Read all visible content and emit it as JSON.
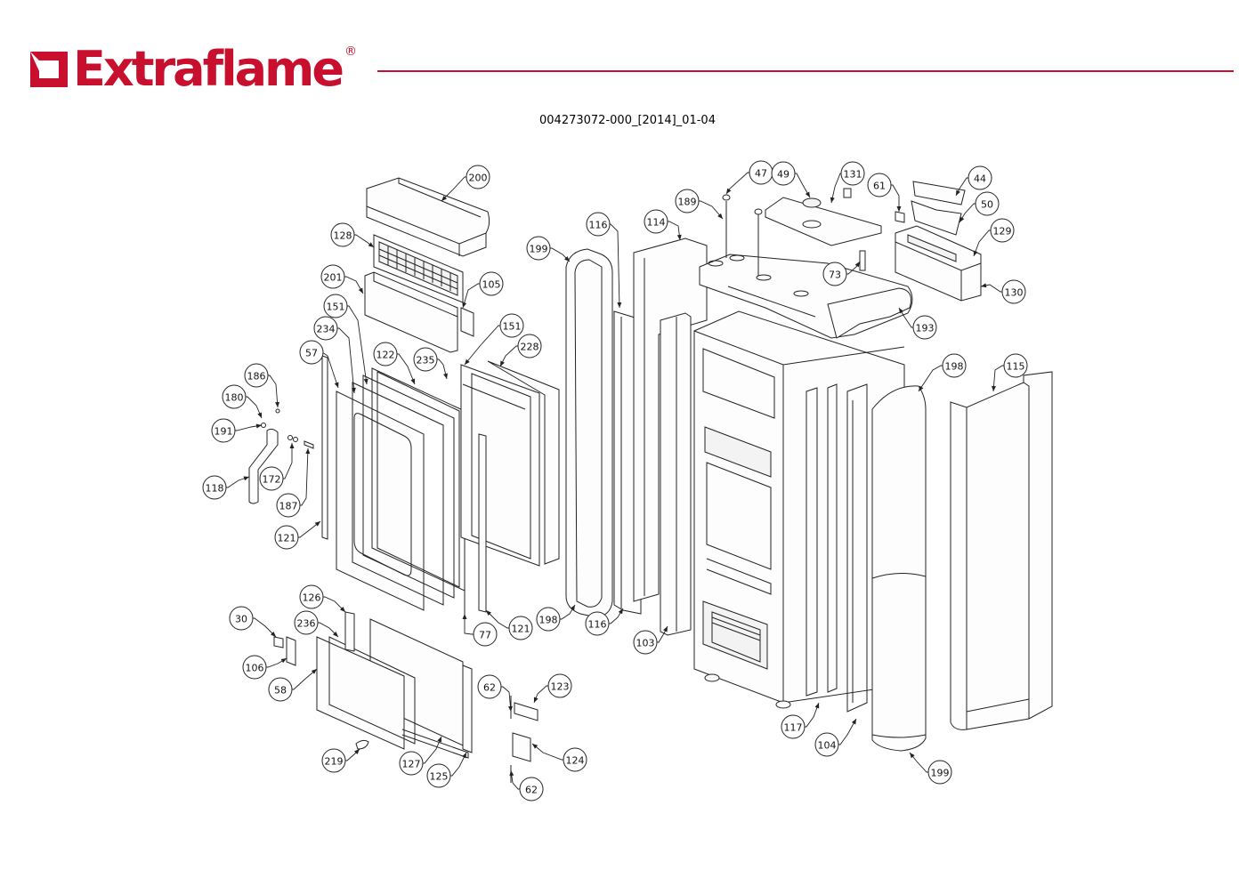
{
  "header": {
    "brand": "Extraflame",
    "registered_mark": "®",
    "brand_color": "#c8102e",
    "document_code": "004273072-000_[2014]_01-04"
  },
  "diagram": {
    "type": "exploded-parts-view",
    "callouts": [
      {
        "id": "200",
        "label": "200"
      },
      {
        "id": "128",
        "label": "128"
      },
      {
        "id": "201",
        "label": "201"
      },
      {
        "id": "105",
        "label": "105"
      },
      {
        "id": "151a",
        "label": "151"
      },
      {
        "id": "151b",
        "label": "151"
      },
      {
        "id": "228",
        "label": "228"
      },
      {
        "id": "234",
        "label": "234"
      },
      {
        "id": "122",
        "label": "122"
      },
      {
        "id": "235",
        "label": "235"
      },
      {
        "id": "57",
        "label": "57"
      },
      {
        "id": "186",
        "label": "186"
      },
      {
        "id": "180",
        "label": "180"
      },
      {
        "id": "191",
        "label": "191"
      },
      {
        "id": "172",
        "label": "172"
      },
      {
        "id": "118",
        "label": "118"
      },
      {
        "id": "187",
        "label": "187"
      },
      {
        "id": "121a",
        "label": "121"
      },
      {
        "id": "126",
        "label": "126"
      },
      {
        "id": "30",
        "label": "30"
      },
      {
        "id": "236",
        "label": "236"
      },
      {
        "id": "106",
        "label": "106"
      },
      {
        "id": "58",
        "label": "58"
      },
      {
        "id": "219",
        "label": "219"
      },
      {
        "id": "127",
        "label": "127"
      },
      {
        "id": "125",
        "label": "125"
      },
      {
        "id": "62a",
        "label": "62"
      },
      {
        "id": "123",
        "label": "123"
      },
      {
        "id": "124",
        "label": "124"
      },
      {
        "id": "62b",
        "label": "62"
      },
      {
        "id": "77",
        "label": "77"
      },
      {
        "id": "121b",
        "label": "121"
      },
      {
        "id": "198a",
        "label": "198"
      },
      {
        "id": "116a",
        "label": "116"
      },
      {
        "id": "116b",
        "label": "116"
      },
      {
        "id": "199a",
        "label": "199"
      },
      {
        "id": "114",
        "label": "114"
      },
      {
        "id": "103",
        "label": "103"
      },
      {
        "id": "189",
        "label": "189"
      },
      {
        "id": "47",
        "label": "47"
      },
      {
        "id": "49",
        "label": "49"
      },
      {
        "id": "131",
        "label": "131"
      },
      {
        "id": "73",
        "label": "73"
      },
      {
        "id": "61",
        "label": "61"
      },
      {
        "id": "44",
        "label": "44"
      },
      {
        "id": "50",
        "label": "50"
      },
      {
        "id": "129",
        "label": "129"
      },
      {
        "id": "130",
        "label": "130"
      },
      {
        "id": "193",
        "label": "193"
      },
      {
        "id": "198b",
        "label": "198"
      },
      {
        "id": "115",
        "label": "115"
      },
      {
        "id": "117",
        "label": "117"
      },
      {
        "id": "104",
        "label": "104"
      },
      {
        "id": "199b",
        "label": "199"
      }
    ]
  }
}
